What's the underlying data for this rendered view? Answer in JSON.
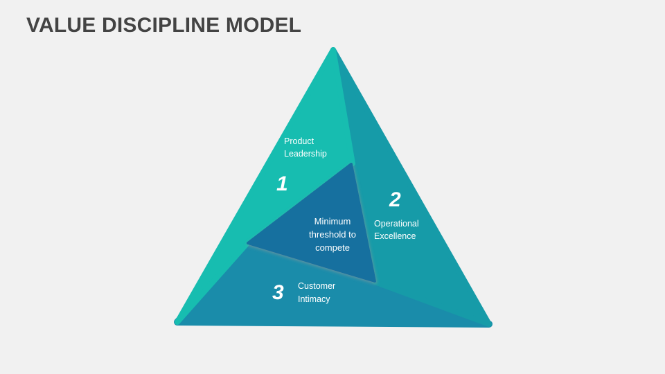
{
  "title": "VALUE DISCIPLINE MODEL",
  "background_color": "#f1f1f1",
  "title_color": "#434343",
  "diagram": {
    "type": "pyramid-three-facet",
    "core": {
      "label_lines": [
        "Minimum",
        "threshold to",
        "compete"
      ],
      "color": "#17709f"
    },
    "facets": [
      {
        "number": "1",
        "label_lines": [
          "Product",
          "Leadership"
        ],
        "color": "#17bdb0",
        "position": "left"
      },
      {
        "number": "2",
        "label_lines": [
          "Operational",
          "Excellence"
        ],
        "color": "#169ba8",
        "position": "right"
      },
      {
        "number": "3",
        "label_lines": [
          "Customer",
          "Intimacy"
        ],
        "color": "#1a8caa",
        "position": "bottom"
      }
    ]
  }
}
